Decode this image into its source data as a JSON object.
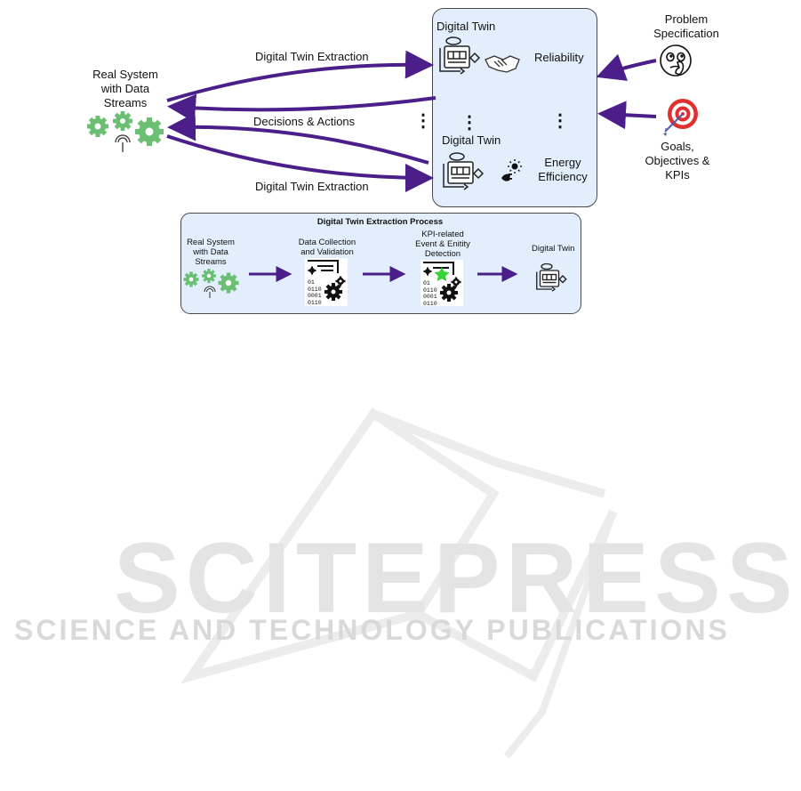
{
  "top": {
    "real_system_label_l1": "Real System",
    "real_system_label_l2": "with Data",
    "real_system_label_l3": "Streams",
    "arrow_extraction_top": "Digital Twin Extraction",
    "arrow_decisions": "Decisions & Actions",
    "arrow_extraction_bottom": "Digital Twin Extraction",
    "panel": {
      "twin1_title": "Digital Twin",
      "twin1_attribute": "Reliability",
      "twin2_title": "Digital Twin",
      "twin2_attribute_l1": "Energy",
      "twin2_attribute_l2": "Efficiency",
      "ellipsis": "⋮"
    },
    "problem_spec_l1": "Problem",
    "problem_spec_l2": "Specification",
    "goals_l1": "Goals,",
    "goals_l2": "Objectives &",
    "goals_l3": "KPIs"
  },
  "process": {
    "title": "Digital Twin Extraction Process",
    "step1_l1": "Real System",
    "step1_l2": "with Data",
    "step1_l3": "Streams",
    "step2_l1": "Data Collection",
    "step2_l2": "and Validation",
    "step3_l1": "KPI-related",
    "step3_l2": "Event & Enitity",
    "step3_l3": "Detection",
    "step4": "Digital Twin",
    "binary": [
      "01",
      "0110",
      "0001",
      "0110"
    ]
  },
  "watermark": {
    "big": "SCITEPRESS",
    "sub": "SCIENCE AND TECHNOLOGY PUBLICATIONS"
  },
  "colors": {
    "arrow": "#4b1e8a",
    "gear": "#6abf73",
    "panel": "#e2eefb",
    "target_red": "#e03131",
    "star": "#33d433"
  }
}
